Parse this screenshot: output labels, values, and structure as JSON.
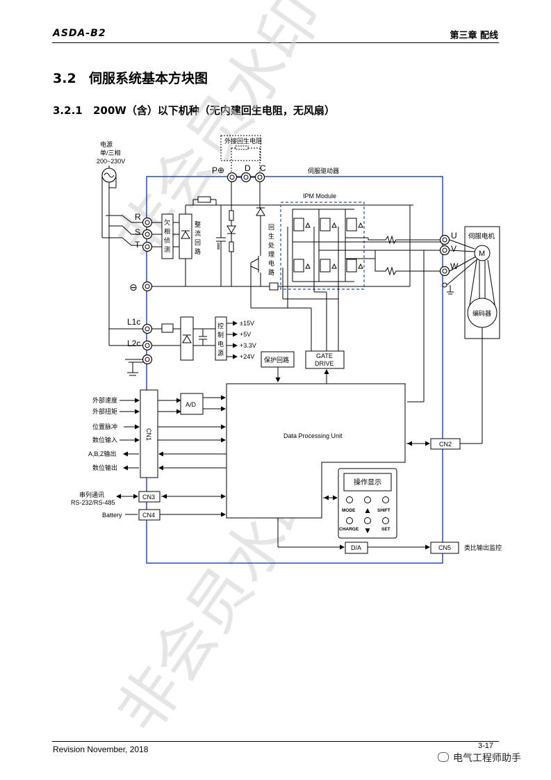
{
  "header": {
    "logo": "ASDA-B2",
    "chapter": "第三章 配线"
  },
  "section": {
    "number": "3.2",
    "title": "伺服系统基本方块图"
  },
  "subsection": {
    "number": "3.2.1",
    "title": "200W（含）以下机种（无内建回生电阻，无风扇）"
  },
  "diagram": {
    "power_source": [
      "电源",
      "单/三相",
      "200~230V"
    ],
    "external_regen": "外接回生电阻",
    "terminals_top": [
      "P⊕",
      "D",
      "C"
    ],
    "servo_drive_label": "伺服驱动器",
    "ipm_module": "IPM Module",
    "inputs_rst": [
      "R",
      "S",
      "T"
    ],
    "phase_detect": [
      "欠",
      "相",
      "侦",
      "测"
    ],
    "rectifier": [
      "整",
      "流",
      "回",
      "路"
    ],
    "regen_circuit": [
      "回",
      "生",
      "处",
      "理",
      "电",
      "路"
    ],
    "minus_terminal": "⊖",
    "control_inputs": [
      "L1c",
      "L2c"
    ],
    "control_power": [
      "控",
      "制",
      "电",
      "源"
    ],
    "voltages": [
      "±15V",
      "+5V",
      "+3.3V",
      "+24V"
    ],
    "protection": "保护回路",
    "gate_drive": [
      "GATE",
      "DRIVE"
    ],
    "outputs_uvw": [
      "U",
      "V",
      "W"
    ],
    "motor_label": "伺服电机",
    "motor_symbol": "M",
    "encoder": "编码器",
    "cn1_inputs": [
      "外部速度",
      "外部扭矩",
      "位置脉冲",
      "数位输入",
      "A,B,Z输出",
      "数位输出"
    ],
    "adc": "A/D",
    "cn1": "CN1",
    "dpu": "Data Processing Unit",
    "cn2": "CN2",
    "cn3": "CN3",
    "cn4": "CN4",
    "cn5": "CN5",
    "serial_comm": [
      "串列通讯",
      "RS-232/RS-485"
    ],
    "battery": "Battery",
    "panel": {
      "display": "操作显示",
      "mode": "MODE",
      "shift": "SHIFT",
      "charge": "CHARGE",
      "set": "SET",
      "up": "▲",
      "down": "▼"
    },
    "dac": "D/A",
    "analog_monitor": "类比输出监控"
  },
  "watermark": "非会员水印",
  "footer": {
    "revision": "Revision November, 2018",
    "page": "3-17",
    "wechat": "电气工程师助手"
  }
}
